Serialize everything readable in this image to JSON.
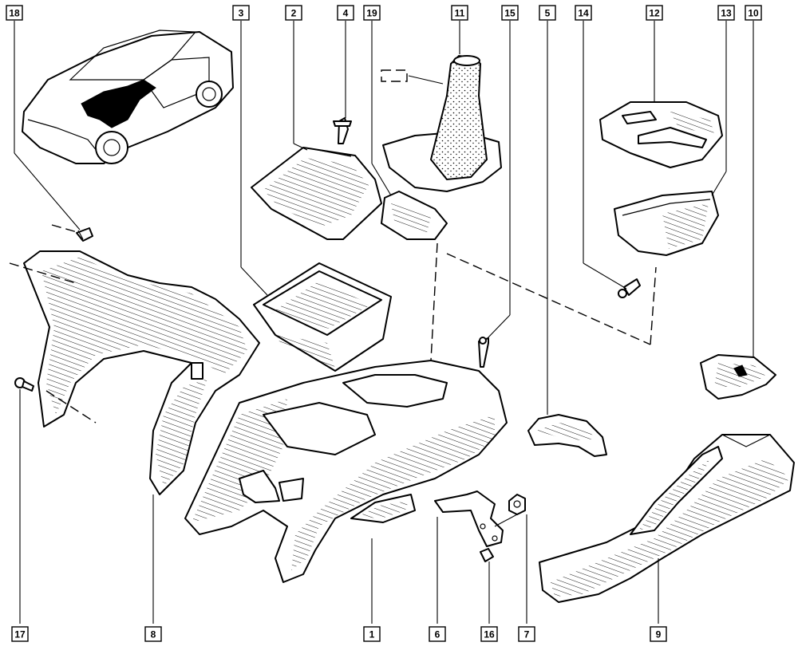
{
  "diagram": {
    "part_numbers": [
      "18",
      "3",
      "2",
      "4",
      "19",
      "11",
      "15",
      "5",
      "14",
      "12",
      "13",
      "10",
      "17",
      "8",
      "1",
      "6",
      "16",
      "7",
      "9"
    ],
    "colors": {
      "line": "#000000",
      "background": "#ffffff",
      "highlight": "#000000"
    }
  }
}
